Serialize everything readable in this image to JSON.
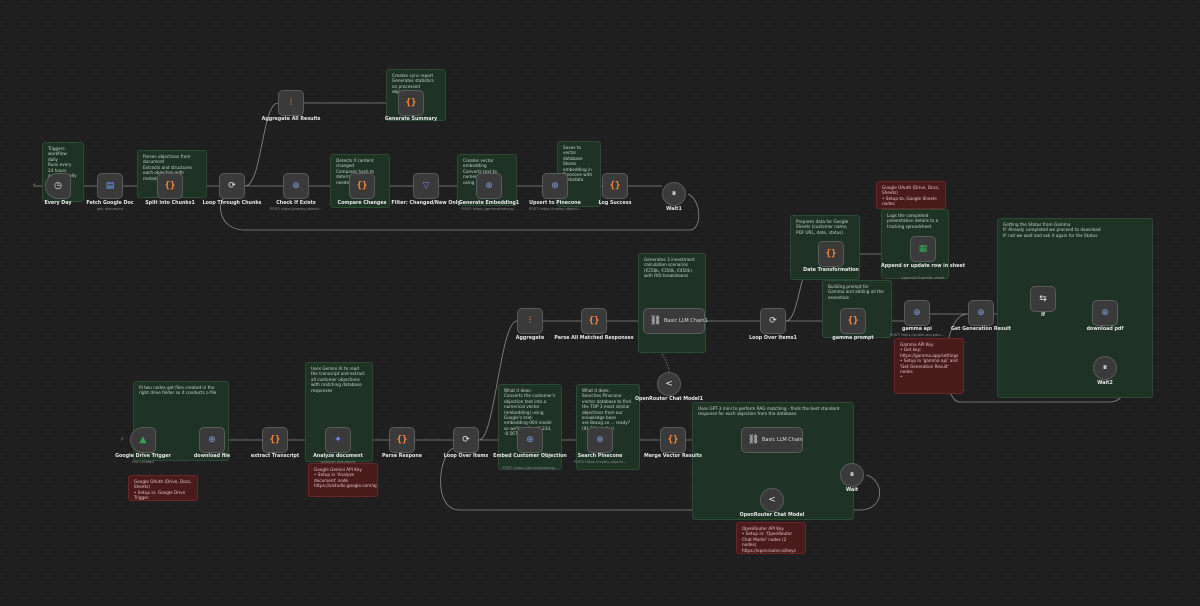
{
  "colors": {
    "canvas": "#1f1f1f",
    "node": "#3a3a3a",
    "sticky_green": "#1e3325",
    "sticky_red": "#4a1b1b",
    "accent_orange": "#ff7a3d"
  },
  "stickies": {
    "s1": "Triggers workflow daily\nRuns every 24 hours automatically",
    "s2": "Parses objections from document\nExtracts and structures each objection with metadata",
    "s3": "Creates sync report\nGenerates statistics on processed objections",
    "s4": "Detects if content changed\nCompares hash to determine action needed",
    "s5": "Creates vector embedding\nConverts text to numerical vector using Gemini",
    "s6": "Saves to vector database\nStores embedding in Pinecone with metadata",
    "s7": "Google OAuth (Drive, Docs, Sheets)\n• Setup-ta, Google Sheets nodes",
    "s8": "Logs the completed presentation details to a tracking spreadsheet",
    "s9": "Prepares data for Google Sheets (customer name, PDF URL, date, status)",
    "s10": "Generates 3 investment calculation scenarios (€250k, €350k, €450k) with ROI breakdowns",
    "s11": "Building prompt for Gamma and adding all the essentials",
    "s12": "Getting the Status from Gamma\nIf: Already completed we proceed to download\nIf: not we wait and ask it again for the Status",
    "s13": "Gamma API Key\n• Get key:\nhttps://gamma.app/settings\n• Setup in 'gamma api' and 'Get Generation Result' nodes\n•",
    "s14": "fil two nodes get files created in the right drive folder so it conducts a file",
    "s15": "Uses Gemini AI to read the transcript and extract all customer objections with matching database responses",
    "s16": "Google Gemini API Key\n• Setup in 'Analyze document' node\nhttps://aistudio.google.com/app/apikey",
    "s17": "Google OAuth (Drive, Docs, Sheets)\n• Setup in: Google Drive Trigger",
    "s18": "What it does:\nConverts the customer's objection text into a numerical vector (embedding) using Google's text-embedding-004 model\nso we'll say? → [0.234, -0.567, 0.891, ...]",
    "s19": "What it does:\nSearches Pinecone vector database to find the TOP 3 most similar objections from our knowledge base\nare Bezug so ... ready? (91.2% similar)",
    "s20": "Uses GPT-3 mini to perform RAG matching - finds the best standard response for each objection from the database.",
    "s21": "OpenRouter API Key\n• Setup in: 'OpenRouter Chat Model' nodes (2 nodes)\nhttps://openrouter.ai/keys"
  },
  "nodes": {
    "every_day": {
      "label": "Every Day",
      "sub": ""
    },
    "fetch_doc": {
      "label": "Fetch Google Doc",
      "sub": "get: document"
    },
    "split_chunks": {
      "label": "Split into Chunks1",
      "sub": ""
    },
    "loop_chunks": {
      "label": "Loop Through Chunks",
      "sub": ""
    },
    "aggregate_all": {
      "label": "Aggregate All Results",
      "sub": ""
    },
    "gen_summary": {
      "label": "Generate Summary",
      "sub": ""
    },
    "check_exists": {
      "label": "Check If Exists",
      "sub": "POST: https://replay-objecti..."
    },
    "compare": {
      "label": "Compare Changes",
      "sub": ""
    },
    "filter_changed": {
      "label": "Filter: Changed/New Only",
      "sub": ""
    },
    "gen_embed": {
      "label": "Generate Embedding1",
      "sub": "POST: https://generativelang..."
    },
    "upsert_pinecone": {
      "label": "Upsert to Pinecone",
      "sub": "POST: https://replay-objecti..."
    },
    "log_success": {
      "label": "Log Success",
      "sub": ""
    },
    "wait1": {
      "label": "Wait1",
      "sub": ""
    },
    "date_transform": {
      "label": "Date Transformation",
      "sub": ""
    },
    "append_sheet": {
      "label": "Append or update row in sheet",
      "sub": "appendOrUpdate: sheet"
    },
    "aggregate": {
      "label": "Aggregate",
      "sub": ""
    },
    "parse_matched": {
      "label": "Parse All Matched Responses",
      "sub": ""
    },
    "llm_chain1": {
      "label": "Basic LLM Chain1",
      "sub": ""
    },
    "openrouter1": {
      "label": "OpenRouter Chat Model1",
      "sub": ""
    },
    "loop_items1": {
      "label": "Loop Over Items1",
      "sub": ""
    },
    "gamma_prompt": {
      "label": "gamma prompt",
      "sub": ""
    },
    "gamma_api": {
      "label": "gamma api",
      "sub": "POST: https://public-api.gam..."
    },
    "get_gen_result": {
      "label": "Get Generation Result",
      "sub": ""
    },
    "if_node": {
      "label": "If",
      "sub": ""
    },
    "download_pdf": {
      "label": "download pdf",
      "sub": ""
    },
    "wait2": {
      "label": "Wait2",
      "sub": ""
    },
    "drive_trigger": {
      "label": "Google Drive Trigger",
      "sub": "File Created"
    },
    "download_file": {
      "label": "download file",
      "sub": ""
    },
    "extract_transcript": {
      "label": "extract Transcript",
      "sub": ""
    },
    "analyze_doc": {
      "label": "Analyze document",
      "sub": "analyze: document"
    },
    "parse_response": {
      "label": "Parse Respone",
      "sub": ""
    },
    "loop_items": {
      "label": "Loop Over Items",
      "sub": ""
    },
    "embed_obj": {
      "label": "Embed Customer Objection",
      "sub": "POST: https://generativelang..."
    },
    "search_pinecone": {
      "label": "Search Pinecone",
      "sub": "POST: https://replay-objecti..."
    },
    "merge_vector": {
      "label": "Merge Vector Results",
      "sub": ""
    },
    "llm_chain": {
      "label": "Basic LLM Chain",
      "sub": ""
    },
    "openrouter": {
      "label": "OpenRouter Chat Model",
      "sub": ""
    },
    "wait": {
      "label": "Wait",
      "sub": ""
    }
  },
  "icons": {
    "schedule": "clock-icon",
    "doc": "google-doc-icon",
    "code": "code-icon",
    "loop": "loop-icon",
    "http": "globe-icon",
    "filter": "filter-icon",
    "wait": "pause-icon",
    "merge": "merge-icon",
    "sheets": "sheets-icon",
    "chain": "link-icon",
    "openrouter": "openrouter-icon",
    "if": "if-icon",
    "gemini": "gemini-icon",
    "drive": "google-drive-icon"
  }
}
